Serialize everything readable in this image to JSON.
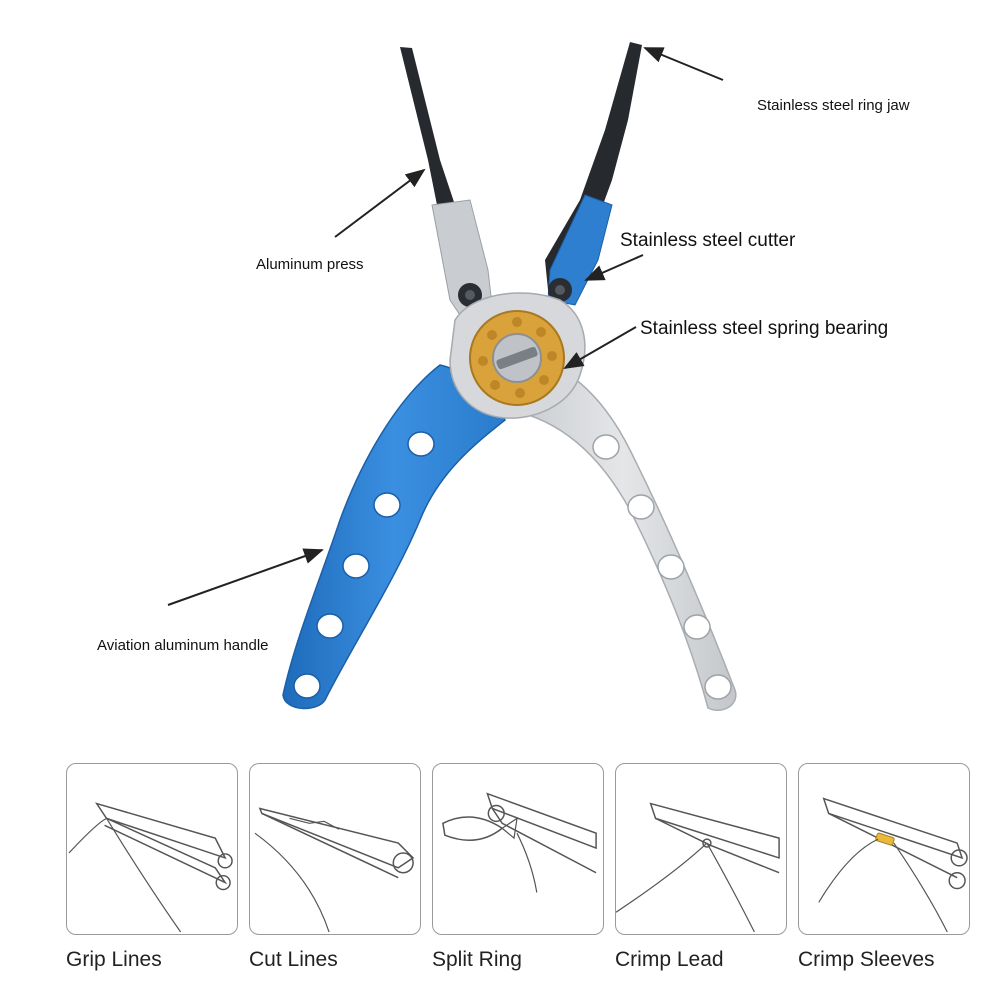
{
  "callouts": {
    "ring_jaw": "Stainless steel ring jaw",
    "press": "Aluminum press",
    "cutter": "Stainless steel cutter",
    "bearing": "Stainless steel spring bearing",
    "handle": "Aviation aluminum handle"
  },
  "uses": [
    {
      "caption": "Grip Lines",
      "icon": "grip-lines-illustration"
    },
    {
      "caption": "Cut Lines",
      "icon": "cut-lines-illustration"
    },
    {
      "caption": "Split Ring",
      "icon": "split-ring-illustration"
    },
    {
      "caption": "Crimp Lead",
      "icon": "crimp-lead-illustration"
    },
    {
      "caption": "Crimp Sleeves",
      "icon": "crimp-sleeves-illustration"
    }
  ],
  "colors": {
    "blue_handle": "#2f7fd0",
    "silver_handle": "#d4d6d8",
    "jaw_black": "#26292d",
    "bearing_gold": "#d9a23a"
  }
}
